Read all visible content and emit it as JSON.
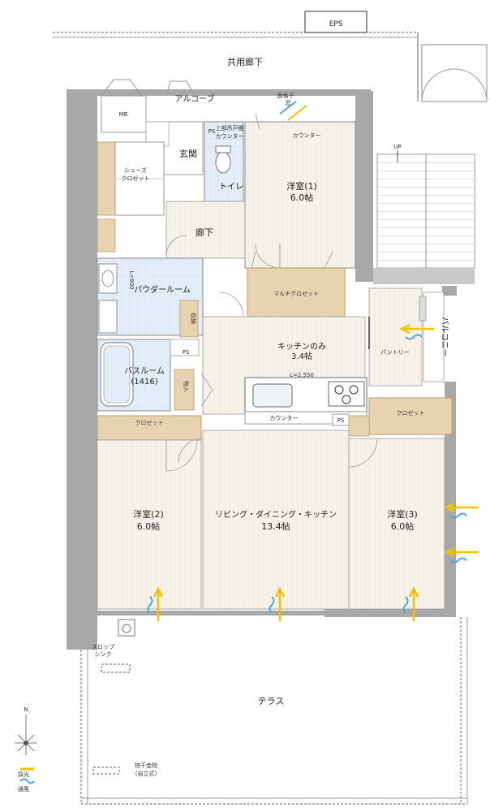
{
  "rooms": {
    "corridor_shared": "共用廊下",
    "eps": "EPS",
    "alcove": "アルコーブ",
    "mb": "MB",
    "lattice": "面格子",
    "lattice2": "窓",
    "counter_top": "カウンター",
    "ps_top": "PS",
    "upper_cabinet": "上部吊戸棚",
    "counter_toilet": "カウンター",
    "entrance": "玄関",
    "toilet": "トイレ",
    "shoes_closet_1": "シューズ",
    "shoes_closet_2": "クロゼット",
    "western1_name": "洋室(1)",
    "western1_size": "6.0帖",
    "hallway": "廊下",
    "multi_closet": "マルチクロゼット",
    "powder_room": "パウダールーム",
    "l900": "L=900",
    "storage": "収納",
    "ps_bath": "PS",
    "bathroom": "バスルーム",
    "bath_size": "(1416)",
    "kitchen_only": "キッチンのみ",
    "kitchen_size": "3.4帖",
    "storage_thing": "物入",
    "l2550": "L=2,550",
    "counter_kitchen": "カウンター",
    "ps_kitchen": "PS",
    "pantry": "パントリー",
    "balcony": "バルコニー",
    "closet_left": "クロゼット",
    "closet_right": "クロゼット",
    "western2_name": "洋室(2)",
    "western2_size": "6.0帖",
    "ldk_name": "リビング・ダイニング・キッチン",
    "ldk_size": "13.4帖",
    "western3_name": "洋室(3)",
    "western3_size": "6.0帖",
    "slop_sink_1": "スロップ",
    "slop_sink_2": "シンク",
    "terrace": "テラス",
    "dryer_1": "物干金物",
    "dryer_2": "(自立式)",
    "up": "UP"
  },
  "legend": {
    "north": "N",
    "light": "採光",
    "vent": "通風"
  },
  "colors": {
    "wall": "#a8a8a8",
    "floor_wood": "#f5f0e8",
    "wet_area": "#dbe8f5",
    "closet": "#e8d3b0",
    "light_arrow": "#f2c200",
    "vent_arrow": "#4aa8d8"
  }
}
